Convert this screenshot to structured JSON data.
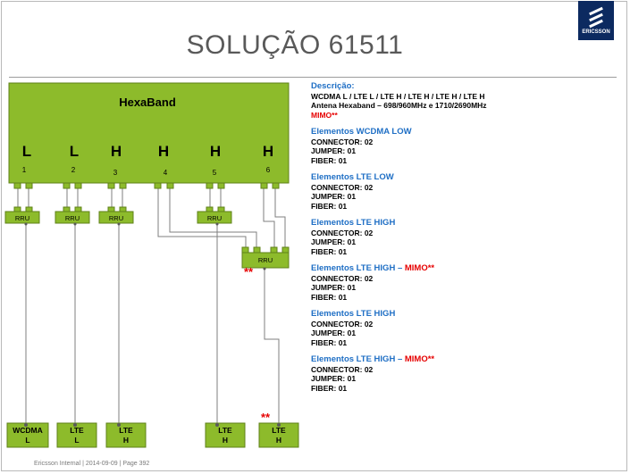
{
  "title": "SOLUÇÃO 61511",
  "logo_text": "ERICSSON",
  "antenna": {
    "name": "HexaBand",
    "ports": [
      {
        "band": "L",
        "number": "1"
      },
      {
        "band": "L",
        "number": "2"
      },
      {
        "band": "H",
        "number": "3"
      },
      {
        "band": "H",
        "number": "4"
      },
      {
        "band": "H",
        "number": "5"
      },
      {
        "band": "H",
        "number": "6"
      }
    ]
  },
  "rru_label": "RRU",
  "mimo_marker": "**",
  "fibers": [
    {
      "line1": "WCDMA",
      "line2": "L"
    },
    {
      "line1": "LTE",
      "line2": "L"
    },
    {
      "line1": "LTE",
      "line2": "H"
    },
    {
      "line1": "LTE",
      "line2": "H"
    },
    {
      "line1": "LTE",
      "line2": "H"
    }
  ],
  "description": {
    "title": "Descrição:",
    "line1": "WCDMA L / LTE L / LTE H / LTE H / LTE H / LTE H",
    "line2": "Antena Hexaband – 698/960MHz  e  1710/2690MHz",
    "line3": "MIMO**"
  },
  "sections": [
    {
      "title": "Elementos WCDMA LOW",
      "mimo": "",
      "connector": "CONNECTOR: 02",
      "jumper": "JUMPER: 01",
      "fiber": "FIBER: 01"
    },
    {
      "title": "Elementos LTE LOW",
      "mimo": "",
      "connector": "CONNECTOR: 02",
      "jumper": "JUMPER: 01",
      "fiber": "FIBER: 01"
    },
    {
      "title": "Elementos LTE HIGH",
      "mimo": "",
      "connector": "CONNECTOR: 02",
      "jumper": "JUMPER: 01",
      "fiber": "FIBER: 01"
    },
    {
      "title": "Elementos LTE HIGH – ",
      "mimo": "MIMO**",
      "connector": "CONNECTOR: 02",
      "jumper": "JUMPER: 01",
      "fiber": "FIBER: 01"
    },
    {
      "title": "Elementos LTE HIGH",
      "mimo": "",
      "connector": "CONNECTOR: 02",
      "jumper": "JUMPER: 01",
      "fiber": "FIBER: 01"
    },
    {
      "title": "Elementos LTE HIGH – ",
      "mimo": "MIMO**",
      "connector": "CONNECTOR: 02",
      "jumper": "JUMPER: 01",
      "fiber": "FIBER: 01"
    }
  ],
  "footer": "Ericsson Internal  |  2014-09-09  |  Page 392",
  "colors": {
    "green": "#8dbb2b",
    "green_dark": "#5f8218",
    "title_gray": "#595959",
    "blue": "#1f6fc5",
    "red": "#e60000"
  }
}
